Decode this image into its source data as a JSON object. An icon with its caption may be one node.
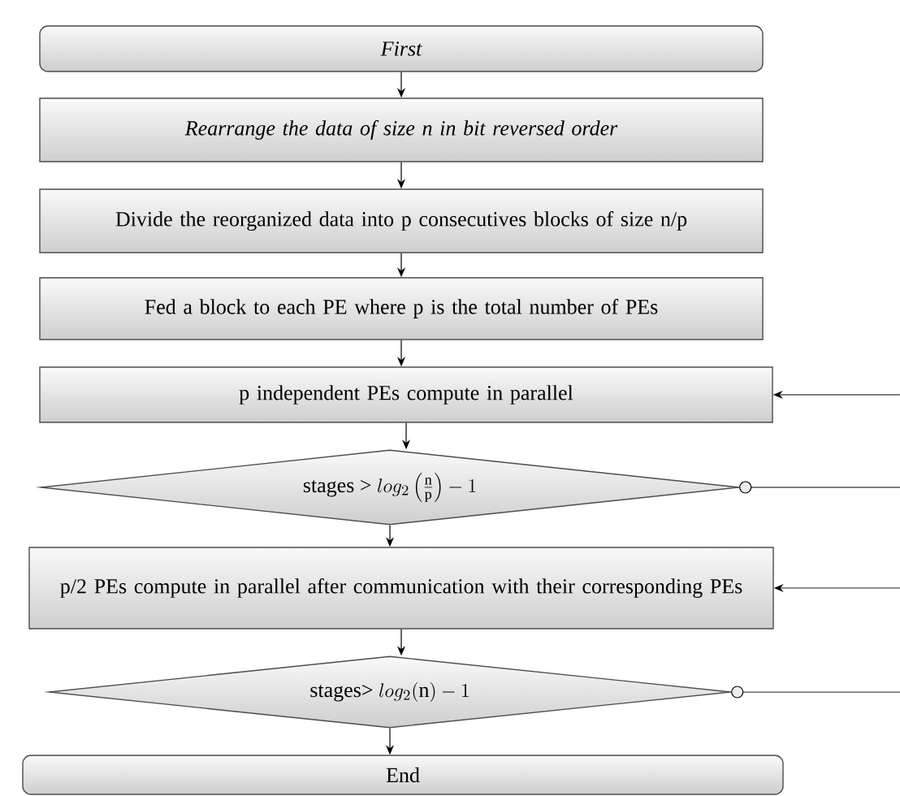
{
  "diagram": {
    "nodes": [
      {
        "text": [
          "First"
        ]
      },
      {
        "text": [
          "Rearrange the data of size n in bit reversed order"
        ]
      },
      {
        "text": [
          "Divide  the reorganized data into p consecutives blocks of size n/p"
        ]
      },
      {
        "text": [
          "Fed a block to each PE  where p is the total number of PEs"
        ]
      },
      {
        "text": [
          "p independent PEs compute in parallel"
        ]
      },
      {
        "text": [
          "stages >",
          "log_2\\left(\\frac{\\mathrm{n}}{\\mathrm{p}}\\right) - 1"
        ]
      },
      {
        "text": [
          "p/2 PEs compute in parallel after communication with their corresponding PEs"
        ]
      },
      {
        "text": [
          "stages>",
          "log_2(\\mathrm{n}) - 1"
        ]
      },
      {
        "text": [
          "End"
        ]
      }
    ],
    "edges": [
      {
        "from": 0,
        "to": 1,
        "arrow": "to"
      },
      {
        "from": 1,
        "to": 2,
        "arrow": "to"
      },
      {
        "from": 2,
        "to": 3,
        "arrow": "to"
      },
      {
        "from": 3,
        "to": 4,
        "arrow": "to"
      },
      {
        "from": 4,
        "to": 5,
        "arrow": "to"
      },
      {
        "from": 5,
        "to": 6,
        "arrow": "to"
      },
      {
        "from": 6,
        "to": 7,
        "arrow": "to"
      },
      {
        "from": 7,
        "to": 8,
        "arrow": "to"
      },
      {
        "from": null,
        "to": 4,
        "arrow": "to"
      },
      {
        "from": 5,
        "to": null,
        "arrow": "other"
      },
      {
        "from": null,
        "to": 6,
        "arrow": "to"
      },
      {
        "from": 7,
        "to": null,
        "arrow": "other"
      }
    ]
  }
}
